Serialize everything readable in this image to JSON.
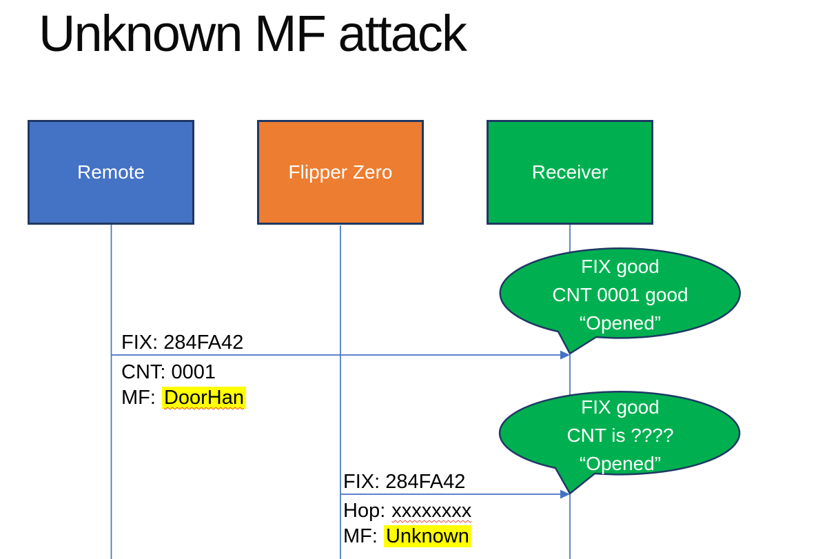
{
  "slide": {
    "title": "Unknown MF attack"
  },
  "actors": [
    {
      "label": "Remote",
      "color": "#4472C4"
    },
    {
      "label": "Flipper Zero",
      "color": "#ED7D31"
    },
    {
      "label": "Receiver",
      "color": "#00B050"
    }
  ],
  "message1": {
    "fix": "FIX: 284FA42",
    "cnt": "CNT: 0001",
    "mf_label": "MF:",
    "mf_value": "DoorHan"
  },
  "message2": {
    "fix": "FIX: 284FA42",
    "hop_label": "Hop:",
    "hop_value": "xxxxxxxx",
    "mf_label": "MF:",
    "mf_value": "Unknown"
  },
  "bubble1": {
    "line1": "FIX good",
    "line2": "CNT 0001 good",
    "line3": "“Opened”"
  },
  "bubble2": {
    "line1": "FIX good",
    "line2": "CNT is ????",
    "line3": "“Opened”"
  },
  "colors": {
    "connector_blue": "#4472C4",
    "shape_border_navy": "#1F3864",
    "bubble_green": "#00B050",
    "highlight_yellow": "#FFFF00",
    "spellcheck_red": "#E0442C"
  }
}
